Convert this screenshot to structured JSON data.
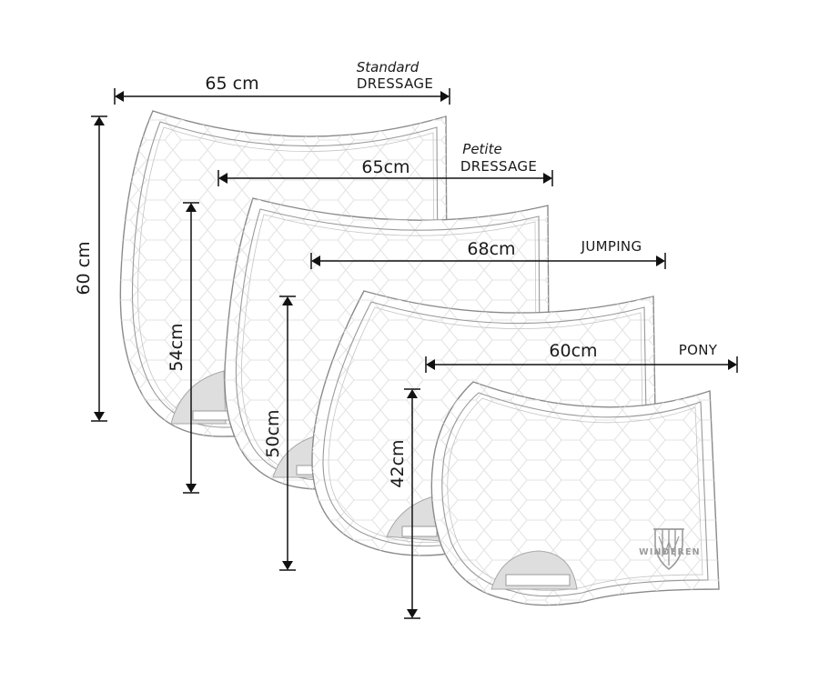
{
  "colors": {
    "line": "#111111",
    "pad_outline": "#8a8a8a",
    "quilt": "#e3e3e3",
    "girth_patch": "#dedede",
    "logo": "#9a9a9a"
  },
  "pads": [
    {
      "name_italic": "Standard",
      "name": "DRESSAGE",
      "width": "65 cm",
      "height": "60 cm"
    },
    {
      "name_italic": "Petite",
      "name": "DRESSAGE",
      "width": "65cm",
      "height": "54cm"
    },
    {
      "name_italic": "",
      "name": "JUMPING",
      "width": "68cm",
      "height": "50cm"
    },
    {
      "name_italic": "",
      "name": "PONY",
      "width": "60cm",
      "height": "42cm"
    }
  ],
  "logo": {
    "text": "WINDEREN",
    "icon": "winderen-shield-icon"
  }
}
